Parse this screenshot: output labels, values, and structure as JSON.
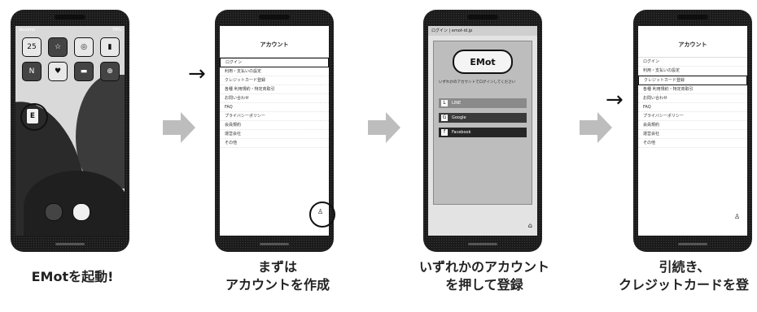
{
  "steps": [
    {
      "caption_lines": [
        "EMotを起動!"
      ]
    },
    {
      "caption_lines": [
        "まずは",
        "アカウントを作成"
      ]
    },
    {
      "caption_lines": [
        "いずれかのアカウント",
        "を押して登録"
      ]
    },
    {
      "caption_lines": [
        "引続き、",
        "クレジットカードを登"
      ]
    }
  ],
  "phone1": {
    "status_left": "docomo",
    "status_right": "78%",
    "apps": [
      "25",
      "☆",
      "◎",
      "▮",
      "N",
      "♥",
      "▬",
      "⊕"
    ],
    "emot_app_glyph": "E"
  },
  "phone2": {
    "title": "アカウント",
    "menu": [
      "ログイン",
      "利用・支払いの設定",
      "クレジットカード登録",
      "各種 利用規約・特定商取引",
      "お問い合わせ",
      "FAQ",
      "プライバシーポリシー",
      "会員規約",
      "運営会社",
      "その他"
    ]
  },
  "phone3": {
    "url": "ログイン | emot-id.jp",
    "logo_text": "EMot",
    "message": "いずれかのアカウントでログインしてください",
    "buttons": [
      {
        "label": "LINE",
        "icon": "L",
        "color": "#8a8a8a"
      },
      {
        "label": "Google",
        "icon": "G",
        "color": "#3a3a3a"
      },
      {
        "label": "Facebook",
        "icon": "f",
        "color": "#262626"
      }
    ]
  },
  "phone4": {
    "title": "アカウント",
    "menu": [
      "ログイン",
      "利用・支払いの設定",
      "クレジットカード登録",
      "各種 利用規約・特定商取引",
      "お問い合わせ",
      "FAQ",
      "プライバシーポリシー",
      "会員規約",
      "運営会社",
      "その他"
    ]
  }
}
